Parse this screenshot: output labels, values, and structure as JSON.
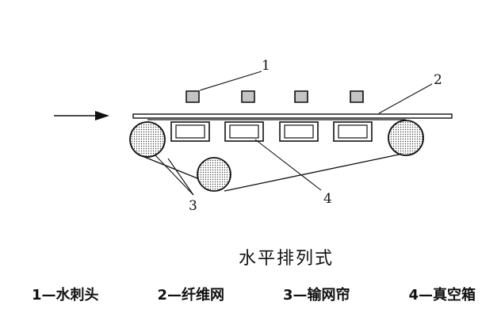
{
  "diagram": {
    "caption": "水平排列式",
    "callouts": {
      "c1": "1",
      "c2": "2",
      "c3": "3",
      "c4": "4"
    },
    "legend": [
      {
        "label": "1—水刺头"
      },
      {
        "label": "2—纤维网"
      },
      {
        "label": "3—输网帘"
      },
      {
        "label": "4—真空箱"
      }
    ]
  }
}
